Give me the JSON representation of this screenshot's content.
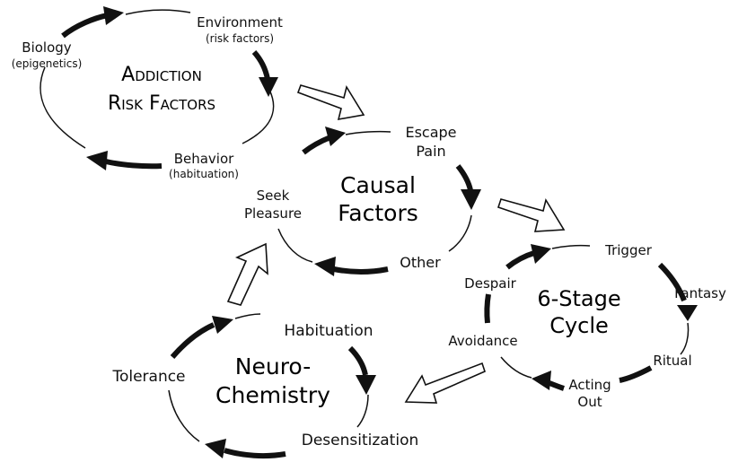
{
  "cycles": {
    "risk": {
      "title_line1": "Addiction",
      "title_line2": "Risk Factors",
      "biology": "Biology",
      "biology_sub": "(epigenetics)",
      "environment": "Environment",
      "environment_sub": "(risk factors)",
      "behavior": "Behavior",
      "behavior_sub": "(habituation)"
    },
    "causal": {
      "title_line1": "Causal",
      "title_line2": "Factors",
      "escape_line1": "Escape",
      "escape_line2": "Pain",
      "other": "Other",
      "seek_line1": "Seek",
      "seek_line2": "Pleasure"
    },
    "six_stage": {
      "title_line1": "6-Stage",
      "title_line2": "Cycle",
      "trigger": "Trigger",
      "fantasy": "Fantasy",
      "ritual": "Ritual",
      "acting_line1": "Acting",
      "acting_line2": "Out",
      "avoidance": "Avoidance",
      "despair": "Despair"
    },
    "neuro": {
      "title_line1": "Neuro-",
      "title_line2": "Chemistry",
      "habituation": "Habituation",
      "desensitization": "Desensitization",
      "tolerance": "Tolerance"
    }
  }
}
